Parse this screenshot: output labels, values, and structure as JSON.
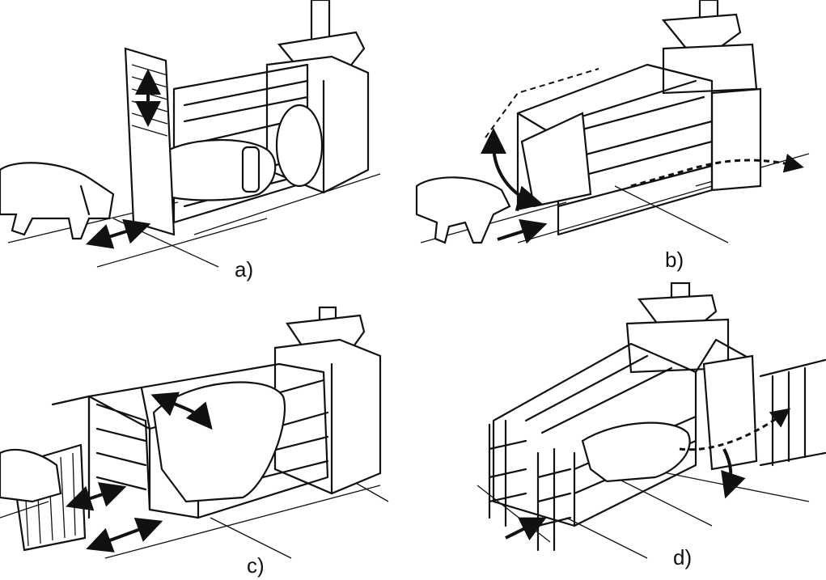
{
  "figure": {
    "panels": [
      {
        "label": "a)"
      },
      {
        "label": "b)"
      },
      {
        "label": "c)"
      },
      {
        "label": "d)"
      }
    ]
  }
}
